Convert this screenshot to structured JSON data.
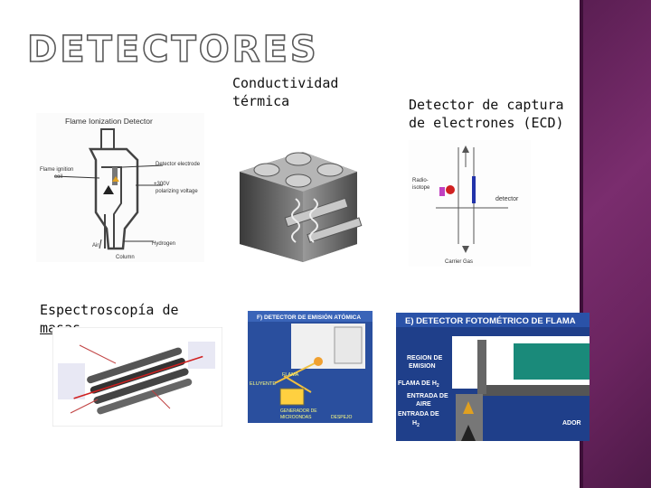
{
  "slide": {
    "title": "DETECTORES",
    "label_tc_line1": "Conductividad",
    "label_tc_line2": "térmica",
    "label_ecd_line1": "Detector de captura",
    "label_ecd_line2": "de electrones (ECD)",
    "label_ms_line1": "Espectroscopía de",
    "label_ms_line2": "masas"
  },
  "fid": {
    "title": "Flame Ionization Detector",
    "flame_ignition": "Flame ignition",
    "coil": "coil",
    "detector_electrode": "Detector electrode",
    "voltage": "+300V",
    "polarizing": "polarizing voltage",
    "air": "Air",
    "hydrogen": "Hydrogen",
    "column": "Column"
  },
  "ecd": {
    "radio1": "Radio-",
    "radio2": "isotope",
    "detector": "detector",
    "carrier": "Carrier Gas"
  },
  "aed": {
    "header": "F) DETECTOR DE EMISIÓN ATÓMICA",
    "flama": "FLAMA",
    "eluyente": "ELUYENTE",
    "generador1": "GENERADOR DE",
    "generador2": "MICROONDAS",
    "despejo": "DESPEJO"
  },
  "fpd": {
    "header": "E) DETECTOR FOTOMÉTRICO DE FLAMA",
    "region1": "REGION DE",
    "region2": "EMISION",
    "flama_h": "FLAMA DE H",
    "h_sub": "2",
    "aire1": "ENTRADA DE",
    "aire2": "AIRE",
    "h2_1": "ENTRADA DE",
    "h2_2": "H",
    "ador": "ADOR"
  },
  "colors": {
    "sidebar": "#6a245f",
    "aed_bg": "#2a4f9e",
    "fpd_bg": "#1f3f8a",
    "fpd_teal": "#1a8a7a"
  }
}
